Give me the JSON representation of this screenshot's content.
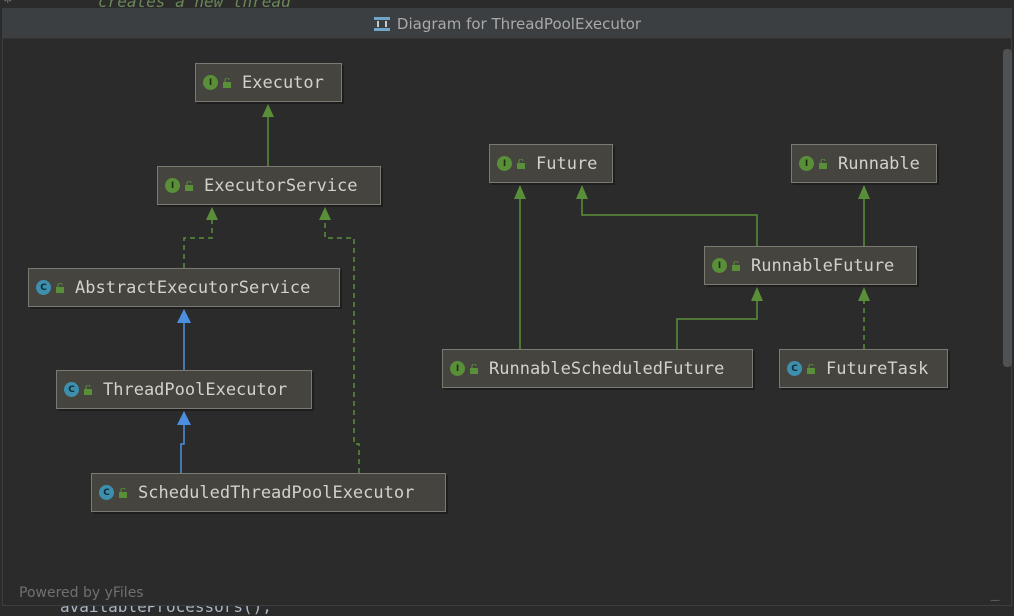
{
  "background_code": {
    "top_text": "creates a new thread",
    "top_star": "*",
    "bottom_text": "availableProcessors(),"
  },
  "window": {
    "title": "Diagram for ThreadPoolExecutor",
    "icon": "diagram-icon"
  },
  "nodes": [
    {
      "id": "executor",
      "label": "Executor",
      "kind": "interface",
      "badge": "I"
    },
    {
      "id": "executor-service",
      "label": "ExecutorService",
      "kind": "interface",
      "badge": "I"
    },
    {
      "id": "abstract-executor-service",
      "label": "AbstractExecutorService",
      "kind": "abstract-class",
      "badge": "C"
    },
    {
      "id": "thread-pool-executor",
      "label": "ThreadPoolExecutor",
      "kind": "class",
      "badge": "C"
    },
    {
      "id": "scheduled-thread-pool-executor",
      "label": "ScheduledThreadPoolExecutor",
      "kind": "class",
      "badge": "C"
    },
    {
      "id": "future",
      "label": "Future",
      "kind": "interface",
      "badge": "I"
    },
    {
      "id": "runnable",
      "label": "Runnable",
      "kind": "interface",
      "badge": "I"
    },
    {
      "id": "runnable-future",
      "label": "RunnableFuture",
      "kind": "interface",
      "badge": "I"
    },
    {
      "id": "runnable-scheduled-future",
      "label": "RunnableScheduledFuture",
      "kind": "interface",
      "badge": "I"
    },
    {
      "id": "future-task",
      "label": "FutureTask",
      "kind": "class",
      "badge": "C"
    }
  ],
  "edges": [
    {
      "from": "executor-service",
      "to": "executor",
      "type": "extends-interface"
    },
    {
      "from": "abstract-executor-service",
      "to": "executor-service",
      "type": "implements"
    },
    {
      "from": "thread-pool-executor",
      "to": "abstract-executor-service",
      "type": "extends-class"
    },
    {
      "from": "scheduled-thread-pool-executor",
      "to": "thread-pool-executor",
      "type": "extends-class"
    },
    {
      "from": "scheduled-thread-pool-executor",
      "to": "executor-service",
      "type": "implements"
    },
    {
      "from": "runnable-scheduled-future",
      "to": "future",
      "type": "extends-interface"
    },
    {
      "from": "runnable-future",
      "to": "future",
      "type": "extends-interface"
    },
    {
      "from": "runnable-future",
      "to": "runnable",
      "type": "extends-interface"
    },
    {
      "from": "runnable-scheduled-future",
      "to": "runnable-future",
      "type": "extends-interface"
    },
    {
      "from": "future-task",
      "to": "runnable-future",
      "type": "implements"
    }
  ],
  "colors": {
    "interface_edge": "#5a8f3a",
    "class_edge": "#4c8fe0",
    "node_bg": "#45443f",
    "interface_badge": "#5a8f3a",
    "class_badge": "#3d8fad"
  },
  "footer": {
    "text": "Powered by yFiles",
    "corner_mark": "—"
  }
}
